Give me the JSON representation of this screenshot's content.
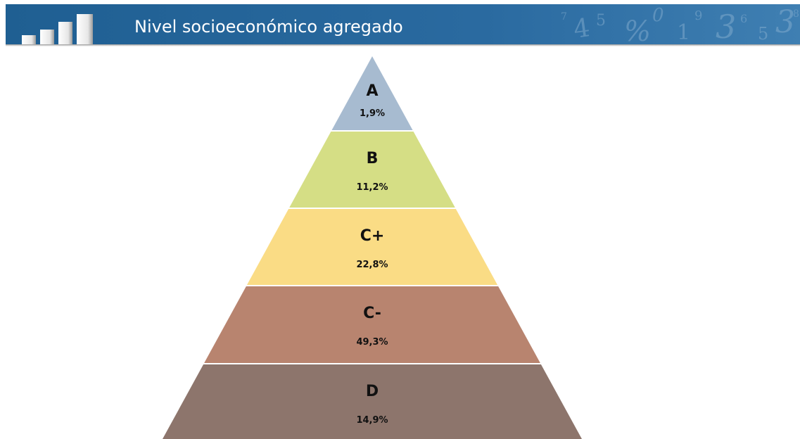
{
  "header": {
    "title": "Nivel socioeconómico agregado",
    "logo_icon": "bar-chart-logo-icon",
    "background_color": "#2a6aa0",
    "decoration": "numbers-watermark"
  },
  "pyramid": {
    "levels": [
      {
        "label": "A",
        "value": "1,9%",
        "color": "#a7bbd0"
      },
      {
        "label": "B",
        "value": "11,2%",
        "color": "#d5de85"
      },
      {
        "label": "C+",
        "value": "22,8%",
        "color": "#fadc85"
      },
      {
        "label": "C-",
        "value": "49,3%",
        "color": "#b8846f"
      },
      {
        "label": "D",
        "value": "14,9%",
        "color": "#8d756c"
      }
    ]
  }
}
